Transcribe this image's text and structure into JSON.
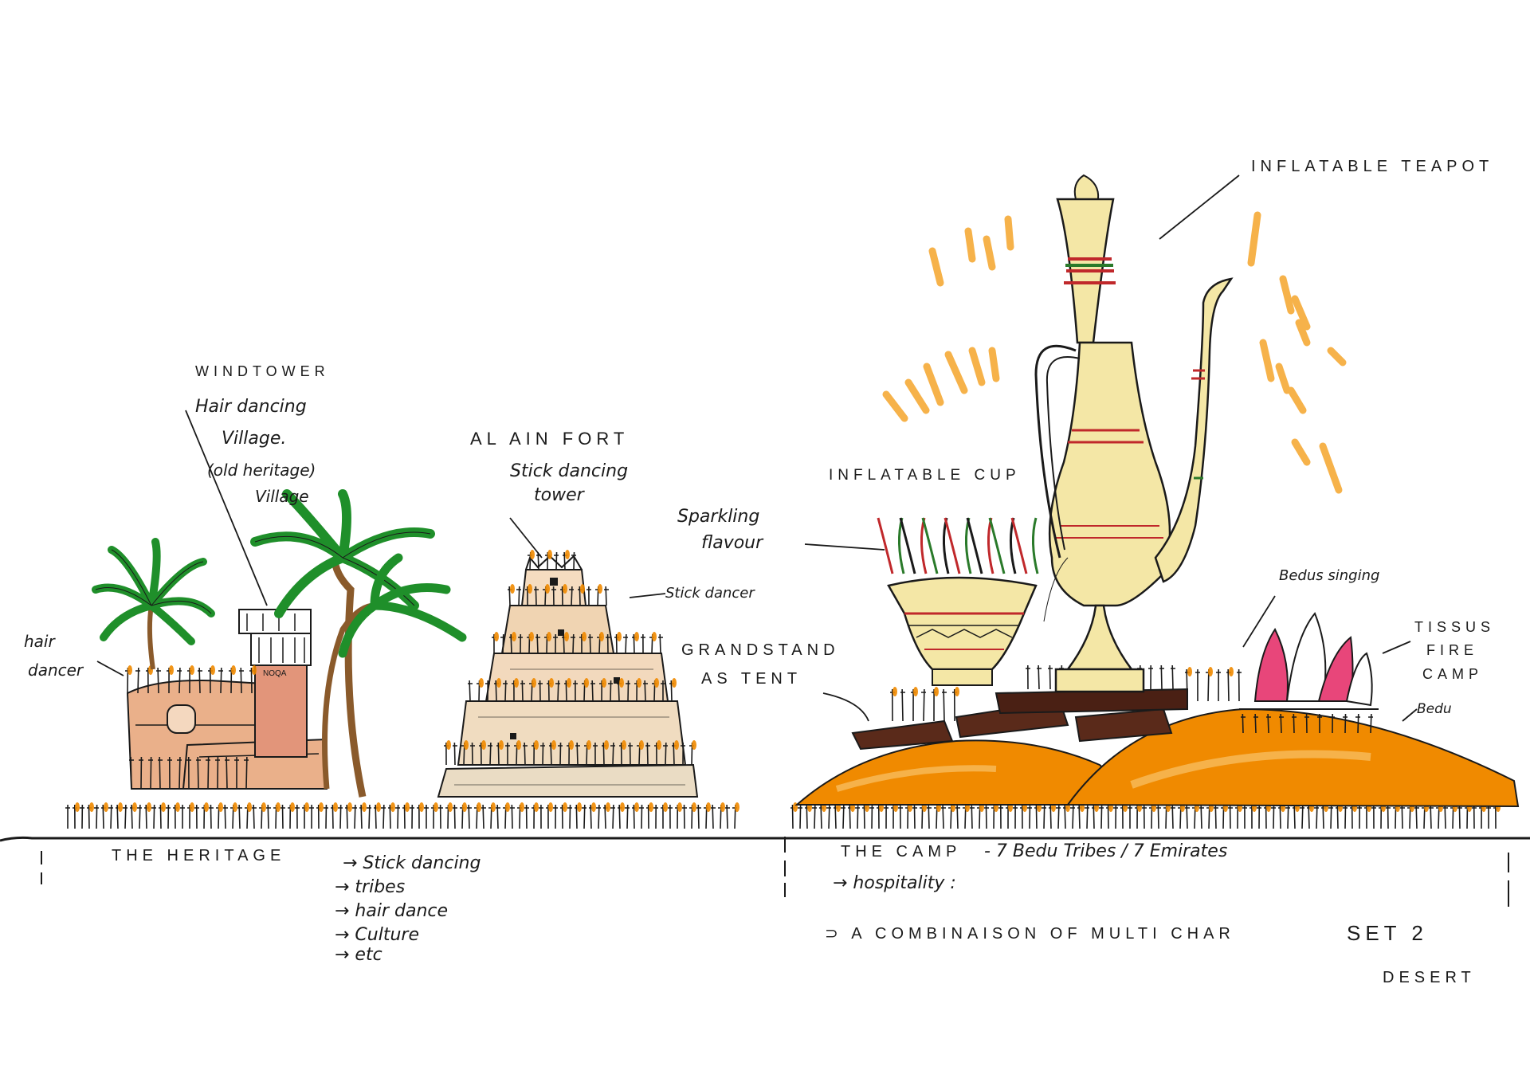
{
  "annotations": {
    "windtower": [
      "WINDTOWER",
      "Hair dancing",
      "Village.",
      "(old heritage)",
      "Village"
    ],
    "al_ain_fort": [
      "AL AIN FORT",
      "Stick dancing",
      "tower"
    ],
    "inflatable_teapot": "INFLATABLE TEAPOT",
    "inflatable_cup": "INFLATABLE CUP",
    "sparkling_flavour": [
      "Sparkling",
      "flavour"
    ],
    "stick_dancer": "Stick dancer",
    "grandstand": [
      "GRANDSTAND",
      "AS TENT"
    ],
    "hair_dancer": [
      "hair",
      "dancer"
    ],
    "bedus_singing": "Bedus singing",
    "tissus_fire_camp": [
      "TISSUS",
      "FIRE",
      "CAMP"
    ],
    "bedu": "Bedu"
  },
  "sections": {
    "heritage": {
      "title": "THE HERITAGE",
      "items": [
        "→ Stick dancing",
        "→ tribes",
        "→ hair dance",
        "→ Culture",
        "→ etc"
      ]
    },
    "camp": {
      "title": "THE CAMP",
      "subtitle": "- 7 Bedu Tribes / 7 Emirates",
      "hospitality": "→ hospitality :",
      "combination": "⊃ A COMBINAISON OF MULTI CHAR",
      "set": "SET 2",
      "desert": "DESERT"
    }
  },
  "colors": {
    "ink": "#1a1a1a",
    "orange": "#f08a00",
    "sand": "#f6b24a",
    "palm": "#1f8f2a",
    "trunk": "#8a5a2b",
    "cream": "#f4e7a6",
    "red": "#c0282b",
    "green": "#2a7a2a",
    "brown": "#5a2a1a",
    "pink": "#e8467a"
  }
}
